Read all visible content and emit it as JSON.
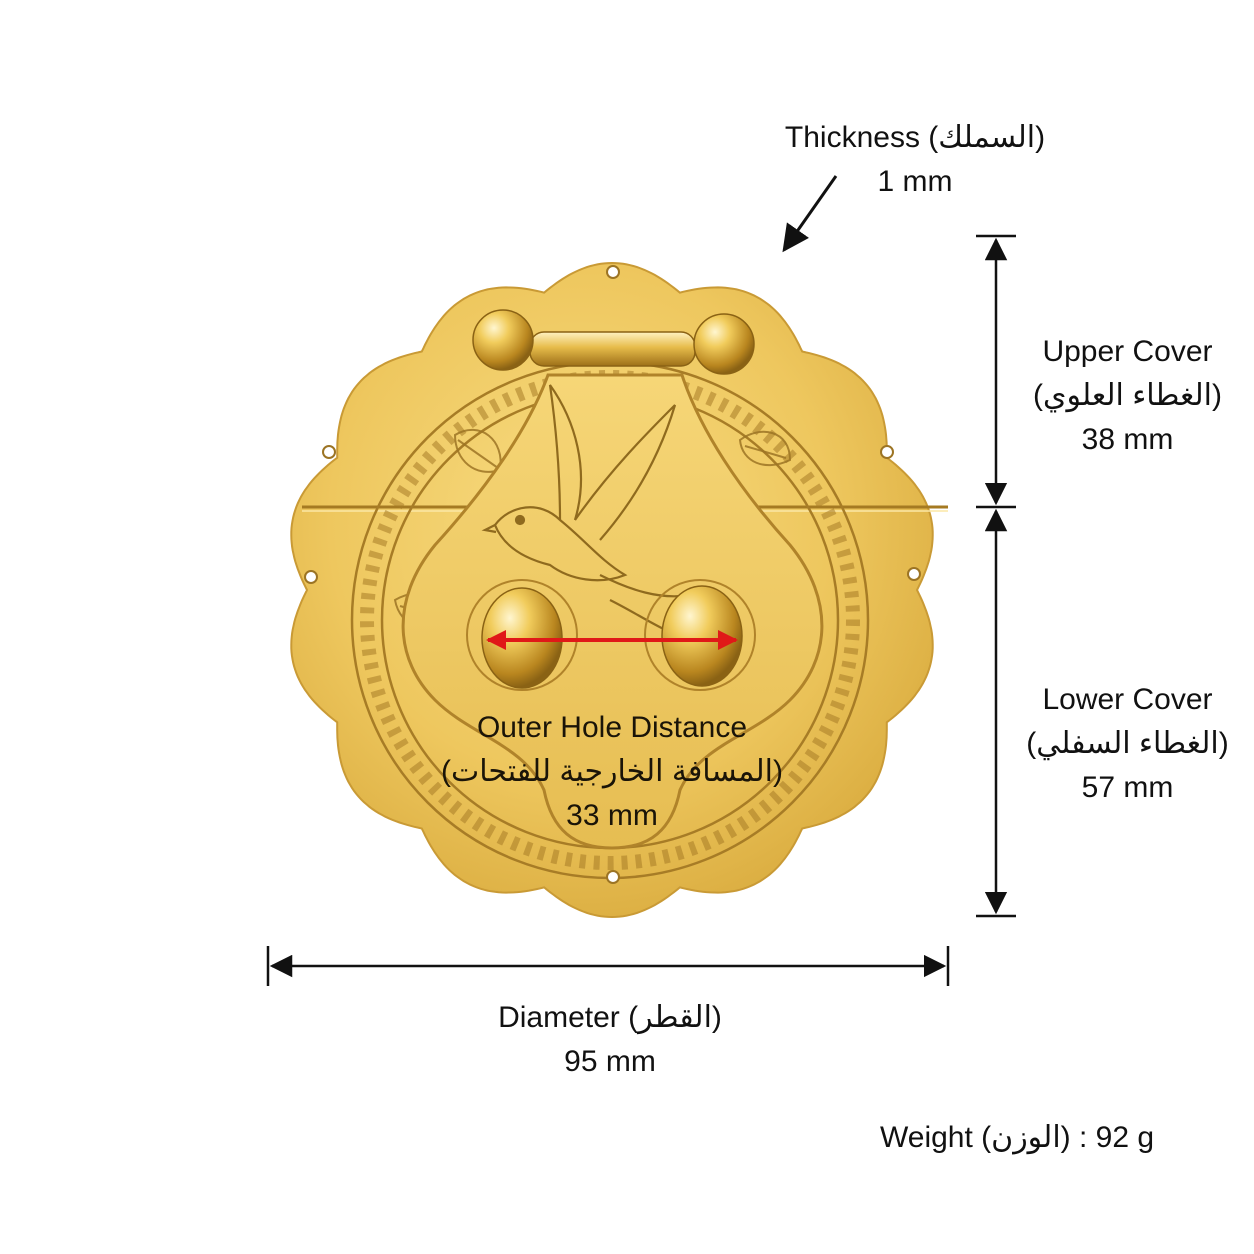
{
  "colors": {
    "brass_light": "#f6d777",
    "brass_mid": "#e3b94c",
    "brass_dark": "#b88a2a",
    "engraving": "#9c7424",
    "dimension_line": "#111111",
    "hole_arrow": "#e01818"
  },
  "icons": {
    "thickness_pointer": "arrow-down-left-icon",
    "hole_distance": "double-arrow-red-icon"
  },
  "thickness": {
    "label": "Thickness (السملك)",
    "value": "1 mm"
  },
  "upper_cover": {
    "label": "Upper Cover",
    "arabic": "(الغطاء العلوي)",
    "value": "38 mm"
  },
  "lower_cover": {
    "label": "Lower Cover",
    "arabic": "(الغطاء السفلي)",
    "value": "57 mm"
  },
  "hole_distance": {
    "label": "Outer Hole Distance",
    "arabic": "(المسافة الخارجية للفتحات)",
    "value": "33 mm"
  },
  "diameter": {
    "label": "Diameter (القطر)",
    "value": "95 mm"
  },
  "weight": {
    "label": "Weight (الوزن) : 92 g"
  }
}
